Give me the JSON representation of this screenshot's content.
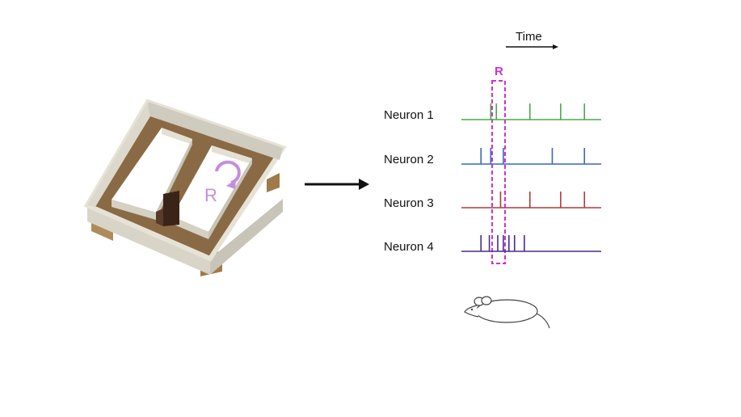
{
  "time_label": "Time",
  "reward_label": "R",
  "maze_reward_label": "R",
  "neurons": [
    {
      "name": "Neuron 1",
      "color": "#4aa84a",
      "spike_times": [
        0.21,
        0.25,
        0.49,
        0.71,
        0.88
      ]
    },
    {
      "name": "Neuron 2",
      "color": "#3a64c8",
      "spike_times": [
        0.14,
        0.21,
        0.3,
        0.65,
        0.88
      ]
    },
    {
      "name": "Neuron 3",
      "color": "#b23a3a",
      "spike_times": [
        0.28,
        0.49,
        0.71,
        0.88
      ]
    },
    {
      "name": "Neuron 4",
      "color": "#4a2a8a",
      "spike_times": [
        0.14,
        0.2,
        0.26,
        0.3,
        0.34,
        0.38,
        0.45
      ]
    }
  ],
  "colors": {
    "reward_highlight": "#cc33cc",
    "maze_reward": "#c78ce0",
    "arrow": "#111111"
  },
  "icons": [
    "maze-illustration",
    "mouse-icon",
    "right-arrow",
    "time-arrow"
  ]
}
